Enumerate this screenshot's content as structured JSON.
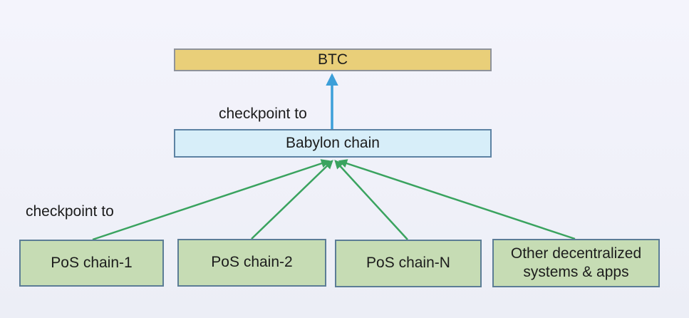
{
  "diagram": {
    "nodes": {
      "btc": {
        "label": "BTC"
      },
      "babylon": {
        "label": "Babylon chain"
      },
      "pos1": {
        "label": "PoS chain-1"
      },
      "pos2": {
        "label": "PoS chain-2"
      },
      "posN": {
        "label": "PoS chain-N"
      },
      "other": {
        "label": "Other decentralized systems & apps"
      }
    },
    "edge_labels": {
      "checkpoint_top": "checkpoint to",
      "checkpoint_left": "checkpoint to"
    },
    "edges": [
      {
        "from": "babylon",
        "to": "btc",
        "color": "#3c9fd9",
        "label": "checkpoint to"
      },
      {
        "from": "pos1",
        "to": "babylon",
        "color": "#3aa35f",
        "label": "checkpoint to"
      },
      {
        "from": "pos2",
        "to": "babylon",
        "color": "#3aa35f",
        "label": "checkpoint to"
      },
      {
        "from": "posN",
        "to": "babylon",
        "color": "#3aa35f",
        "label": "checkpoint to"
      },
      {
        "from": "other",
        "to": "babylon",
        "color": "#3aa35f",
        "label": "checkpoint to"
      }
    ],
    "colors": {
      "background": "#f0f1f9",
      "btc_fill": "#e9cf79",
      "btc_border": "#8f939b",
      "babylon_fill": "#d7eef9",
      "babylon_border": "#5d83a4",
      "pos_fill": "#c6dcb4",
      "pos_border": "#5c7d96",
      "arrow_blue": "#3c9fd9",
      "arrow_green": "#3aa35f",
      "text": "#1c1c1c"
    }
  }
}
